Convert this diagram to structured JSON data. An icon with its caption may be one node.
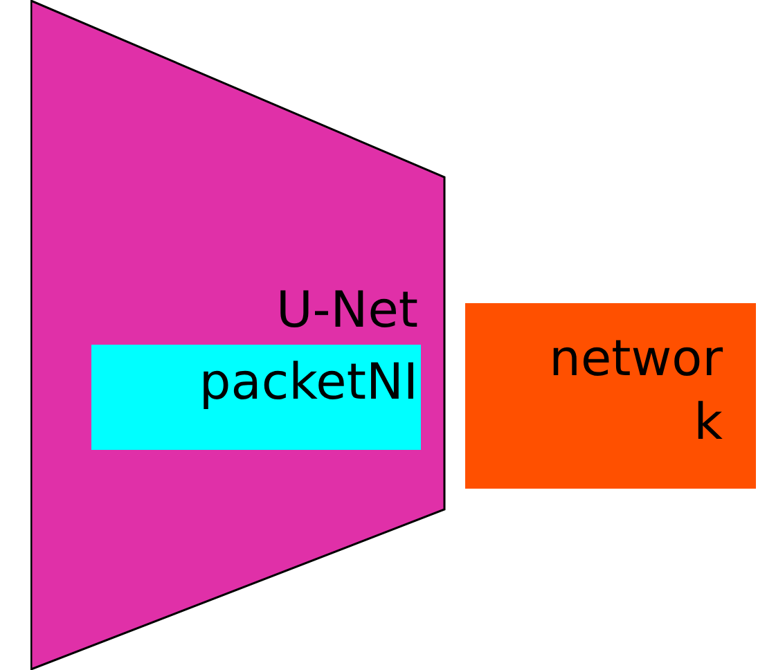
{
  "diagram": {
    "nodes": [
      {
        "text": [
          "U-Net"
        ]
      },
      {
        "text": [
          "packetNI"
        ],
        "in": 0
      },
      {
        "text": [
          "network"
        ]
      }
    ]
  }
}
